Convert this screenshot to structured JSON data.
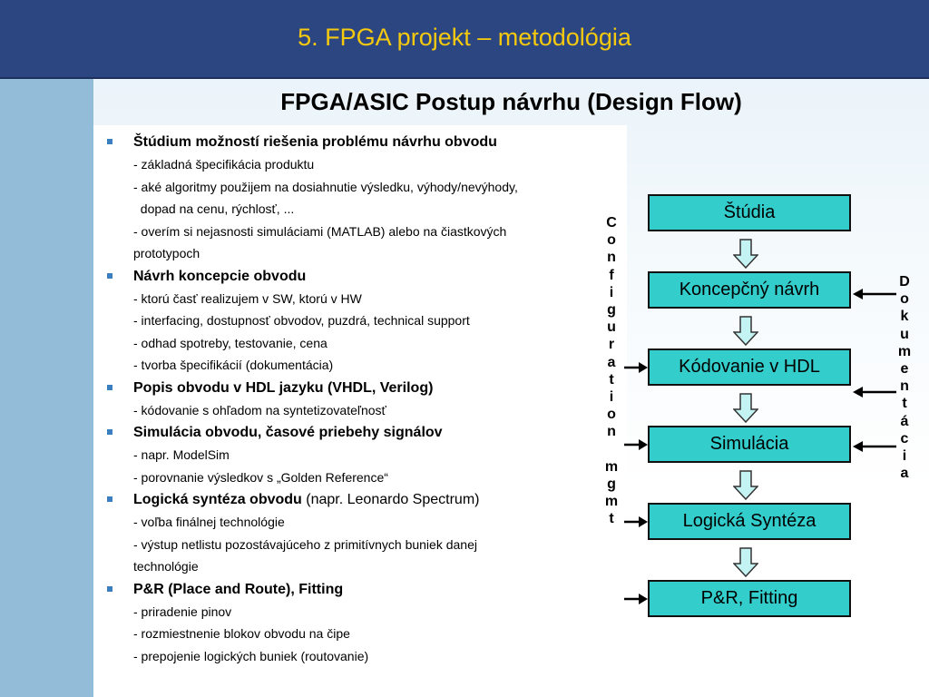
{
  "header": {
    "title": "5. FPGA projekt – metodológia"
  },
  "subtitle": "FPGA/ASIC Postup návrhu (Design Flow)",
  "sections": [
    {
      "title": "Štúdium možností riešenia problému návrhu obvodu",
      "title_extra": "",
      "items": [
        "- základná špecifikácia produktu",
        "- aké algoritmy použijem na dosiahnutie výsledku, výhody/nevýhody,",
        "  dopad na cenu, rýchlosť, ...",
        "- overím si nejasnosti simuláciami (MATLAB) alebo na čiastkových",
        "prototypoch"
      ]
    },
    {
      "title": "Návrh koncepcie obvodu",
      "title_extra": "",
      "items": [
        "- ktorú časť realizujem v SW, ktorú v HW",
        "- interfacing, dostupnosť obvodov, puzdrá, technical support",
        "- odhad spotreby, testovanie, cena",
        "- tvorba špecifikácií (dokumentácia)"
      ]
    },
    {
      "title": "Popis obvodu v HDL jazyku (VHDL, Verilog)",
      "title_extra": "",
      "items": [
        "- kódovanie s ohľadom na syntetizovateľnosť"
      ]
    },
    {
      "title": "Simulácia obvodu, časové priebehy signálov",
      "title_extra": "",
      "items": [
        "- napr. ModelSim",
        "- porovnanie výsledkov s „Golden Reference“"
      ]
    },
    {
      "title": "Logická syntéza obvodu",
      "title_extra": " (napr. Leonardo Spectrum)",
      "items": [
        "- voľba finálnej technológie",
        "- výstup netlistu pozostávajúceho z primitívnych buniek  danej",
        "technológie"
      ]
    },
    {
      "title": "P&R (Place and Route), Fitting",
      "title_extra": "",
      "items": [
        "- priradenie pinov",
        "- rozmiestnenie blokov obvodu na čipe",
        "- prepojenie logických buniek (routovanie)"
      ]
    }
  ],
  "flow": {
    "steps": [
      "Štúdia",
      "Koncepčný návrh",
      "Kódovanie v HDL",
      "Simulácia",
      "Logická Syntéza",
      "P&R, Fitting"
    ],
    "config_label": [
      "C",
      "o",
      "n",
      "f",
      "i",
      "g",
      "u",
      "r",
      "a",
      "t",
      "i",
      "o",
      "n",
      "",
      "m",
      "g",
      "m",
      "t"
    ],
    "doc_label": [
      "D",
      "o",
      "k",
      "u",
      "m",
      "e",
      "n",
      "t",
      "á",
      "c",
      "i",
      "a"
    ]
  },
  "colors": {
    "header_bg": "#2c4682",
    "title": "#f5ca0e",
    "box_fill": "#33cdcc",
    "arrow_fill": "#c4f3f3",
    "bullet": "#3c7fc0",
    "left_bar": "#93bcd9"
  }
}
